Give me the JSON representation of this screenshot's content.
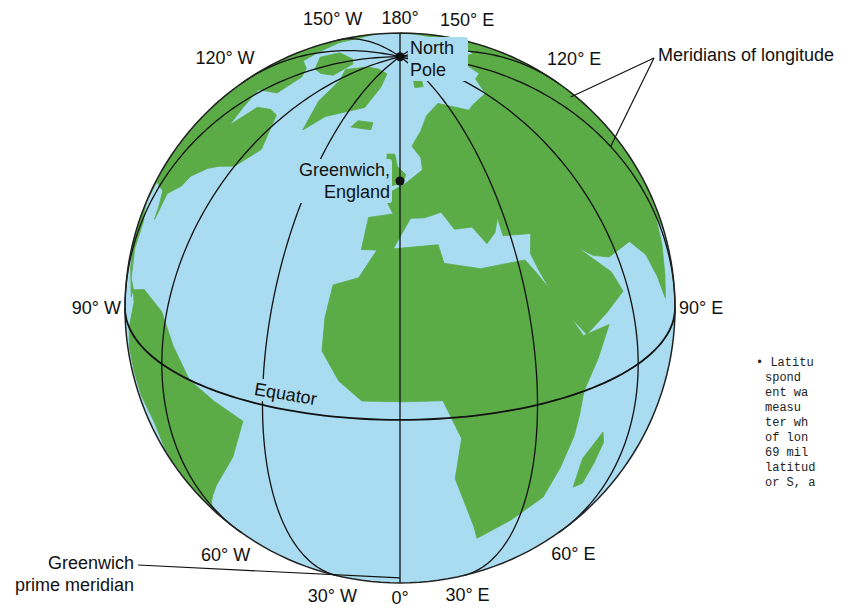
{
  "diagram": {
    "labels": [
      "150° W",
      "180°",
      "150° E",
      "120° W",
      "North Pole",
      "120° E",
      "Meridians of longitude",
      "Greenwich, England",
      "90° W",
      "90° E",
      "• Latitu",
      "spond",
      "ent wa",
      "measu",
      "ter wh",
      "of lon",
      "69 mil",
      "latitud",
      "or S, a",
      "Equator",
      "60° W",
      "60° E",
      "Greenwich prime meridian",
      "30° W",
      "0°",
      "30° E"
    ]
  }
}
